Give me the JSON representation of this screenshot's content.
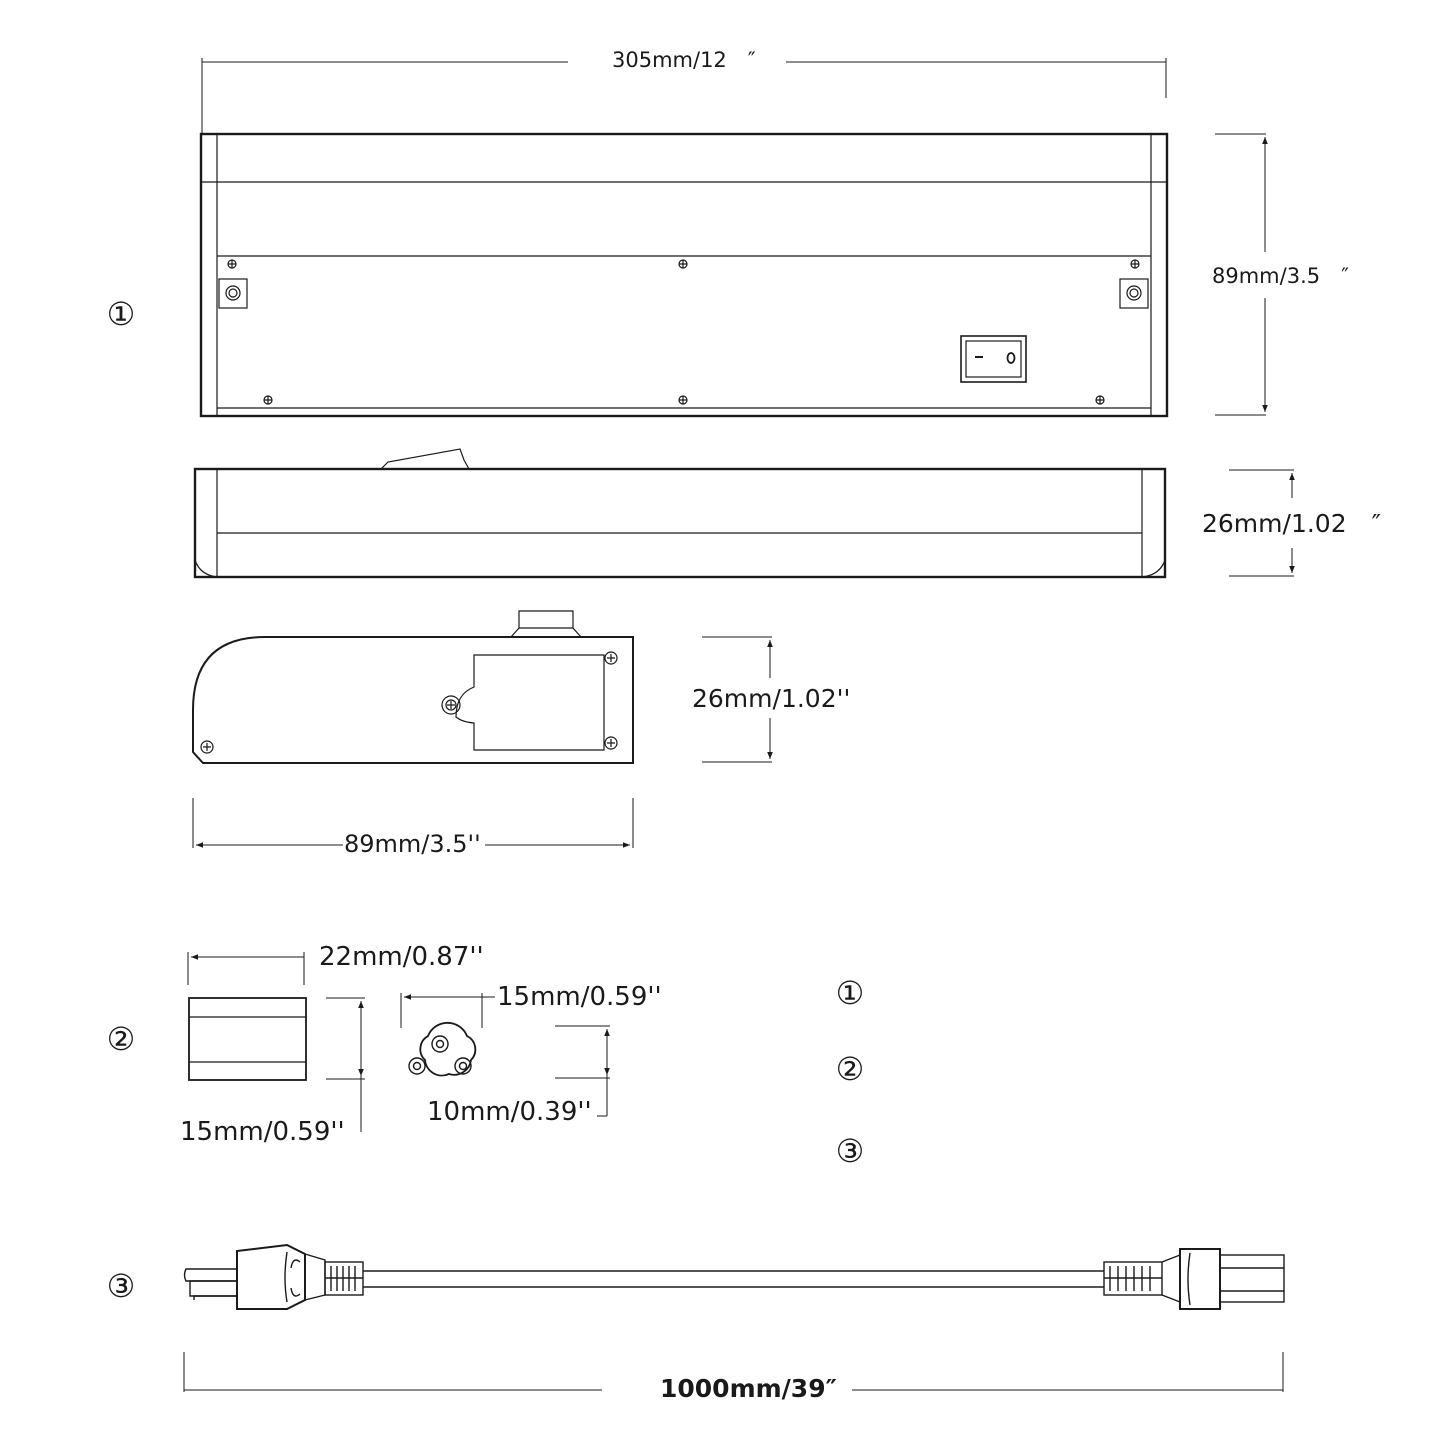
{
  "labels": {
    "bar_width": "305mm/12　″",
    "bar_height": "89mm/3.5　″",
    "bar_depth": "26mm/1.02　″",
    "end_height": "26mm/1.02''",
    "end_width": "89mm/3.5''",
    "connector_width": "22mm/0.87''",
    "connector_height": "15mm/0.59''",
    "socket_width": "15mm/0.59''",
    "socket_height": "10mm/0.39''",
    "cord_length": "1000mm/39″"
  },
  "markers": {
    "one": "①",
    "two": "②",
    "three": "③"
  },
  "legend": [
    "①",
    "②",
    "③"
  ],
  "colors": {
    "line": "#1a1a1a",
    "background": "#ffffff"
  }
}
